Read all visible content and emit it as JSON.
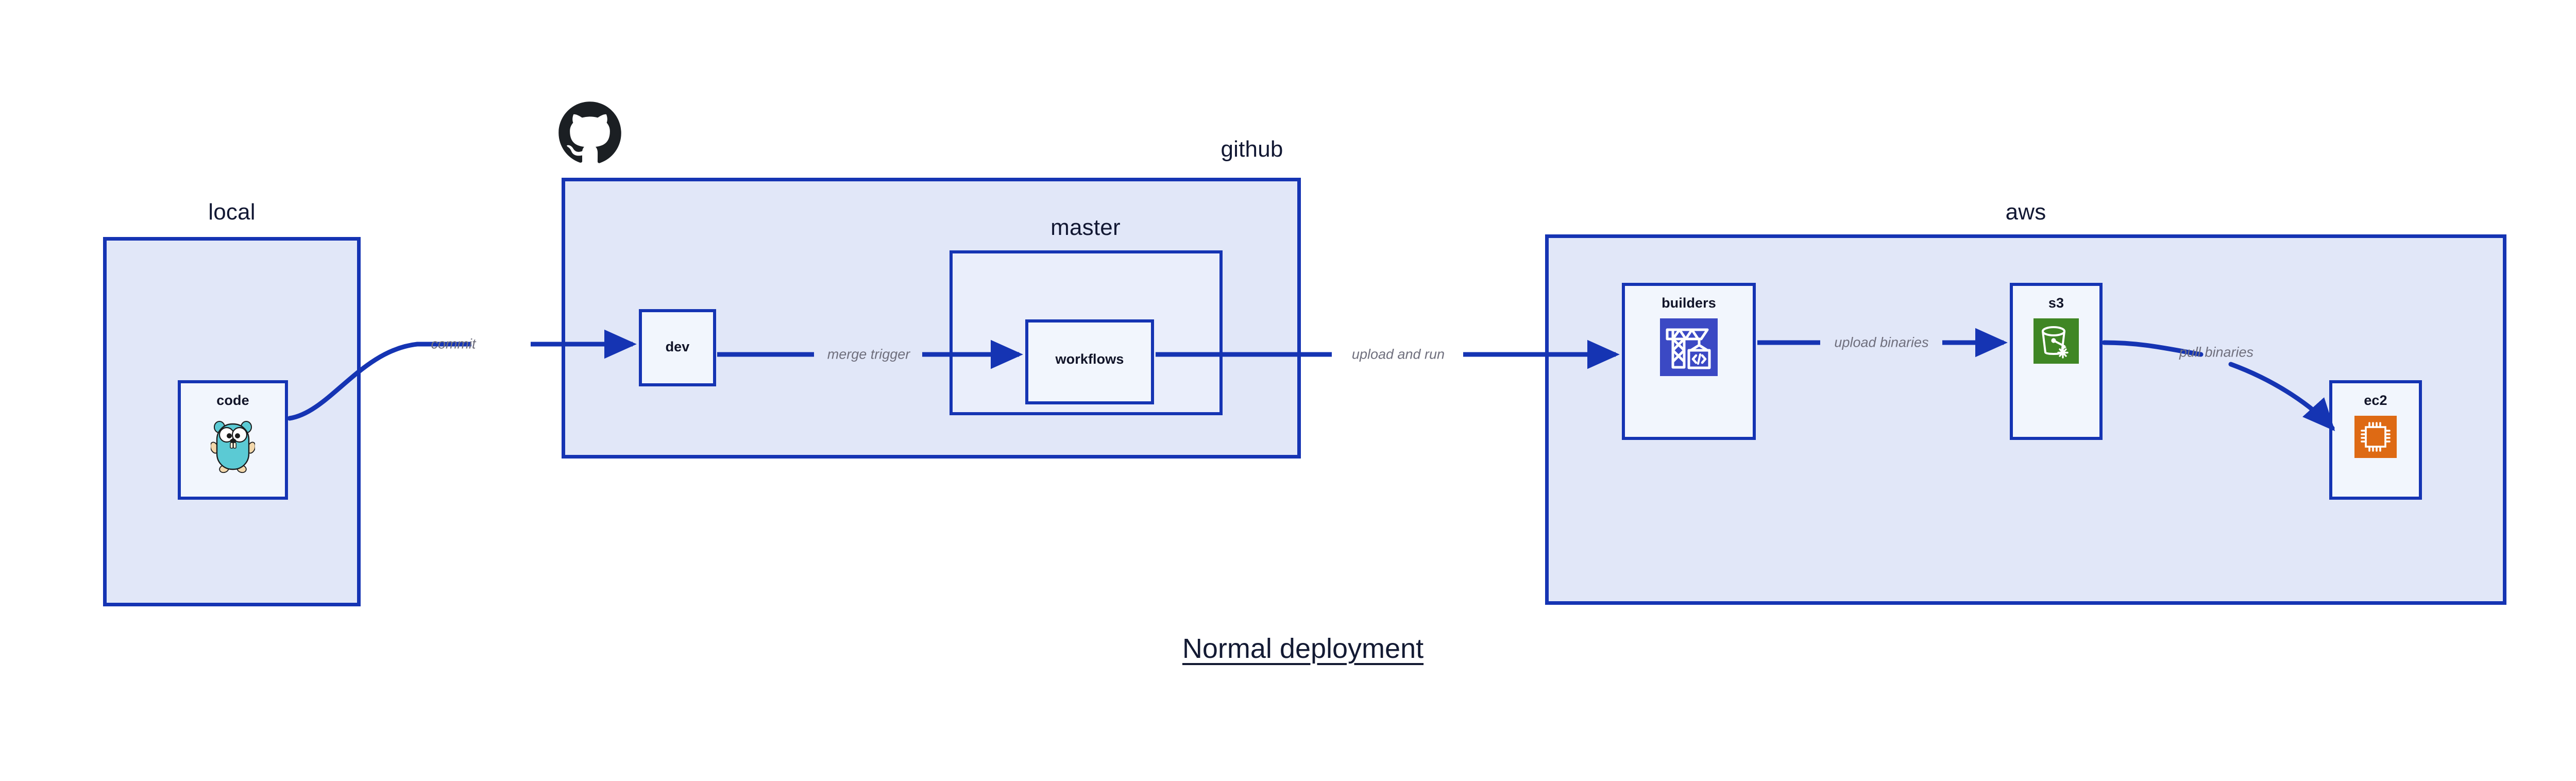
{
  "diagram": {
    "title": "Normal deployment",
    "background": "#ffffff",
    "accent_border": "#1534b3",
    "group_fill": "#e1e7f8",
    "group_fill_inner": "#eaeefb",
    "node_fill": "#f2f6fd",
    "label_color": "#121833",
    "edge_label_color": "#6f6f7d"
  },
  "groups": [
    {
      "id": "local",
      "label": "local"
    },
    {
      "id": "github",
      "label": "github"
    },
    {
      "id": "master",
      "label": "master"
    },
    {
      "id": "aws",
      "label": "aws"
    }
  ],
  "nodes": [
    {
      "id": "code",
      "label": "code",
      "icon": "go-gopher-icon",
      "icon_color": "#5bcad4"
    },
    {
      "id": "dev",
      "label": "dev",
      "icon": null,
      "icon_color": null
    },
    {
      "id": "workflows",
      "label": "workflows",
      "icon": null,
      "icon_color": null
    },
    {
      "id": "builders",
      "label": "builders",
      "icon": "build-crane-icon",
      "icon_color": "#3b49c4"
    },
    {
      "id": "s3",
      "label": "s3",
      "icon": "s3-bucket-icon",
      "icon_color": "#3f8624"
    },
    {
      "id": "ec2",
      "label": "ec2",
      "icon": "cpu-chip-icon",
      "icon_color": "#de6a14"
    }
  ],
  "edges": [
    {
      "id": "commit",
      "from": "code",
      "to": "dev",
      "label": "commit"
    },
    {
      "id": "merge-trigger",
      "from": "dev",
      "to": "workflows",
      "label": "merge trigger"
    },
    {
      "id": "upload-and-run",
      "from": "workflows",
      "to": "builders",
      "label": "upload and run"
    },
    {
      "id": "upload-binaries",
      "from": "builders",
      "to": "s3",
      "label": "upload binaries"
    },
    {
      "id": "pull-binaries",
      "from": "s3",
      "to": "ec2",
      "label": "pull binaries"
    }
  ],
  "logos": [
    {
      "id": "github-mark",
      "name": "github-octocat-icon",
      "color": "#1b1f23"
    }
  ]
}
